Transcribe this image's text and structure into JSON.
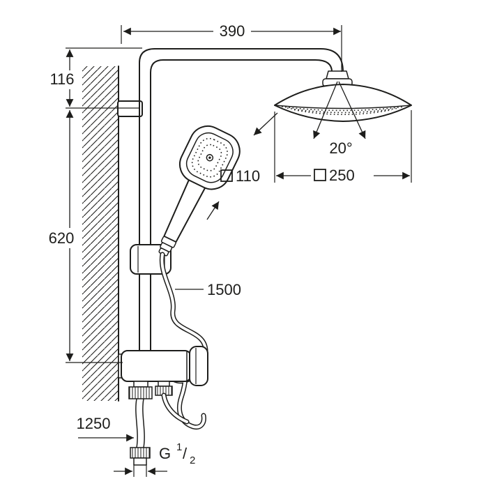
{
  "app": {
    "background_color": "#ffffff",
    "line_color": "#1d1d1b"
  },
  "diagram": {
    "type": "technical-drawing",
    "labels": {
      "top_width_mm": "390",
      "upper_offset_mm": "116",
      "rail_length_mm": "620",
      "hand_shower_size_mm": "110",
      "head_shower_size_mm": "250",
      "head_tilt_angle": "20°",
      "hose_length_mm": "1500",
      "supply_hose_length_mm": "1250",
      "thread_g": "G",
      "thread_numerator": "1",
      "thread_slash": "/",
      "thread_denominator": "2"
    }
  }
}
